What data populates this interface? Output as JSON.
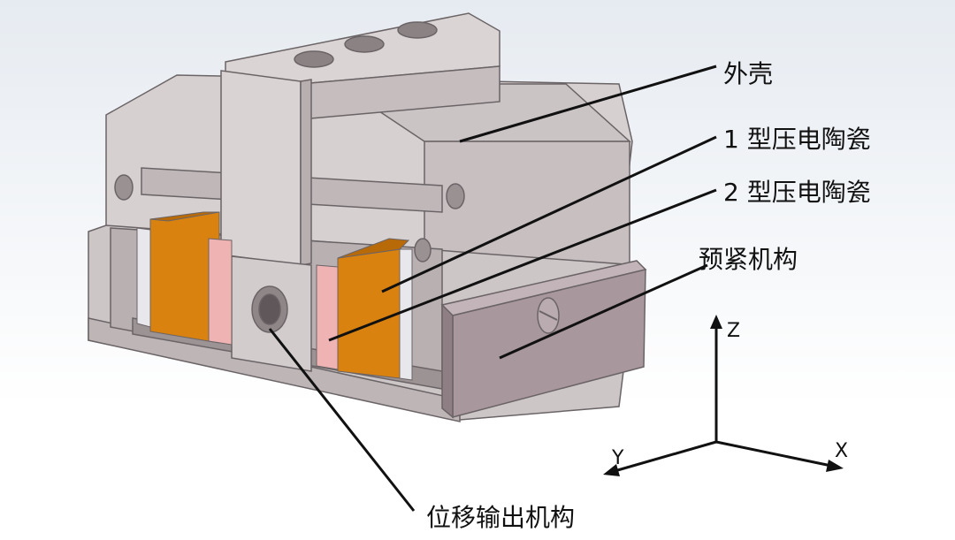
{
  "labels": {
    "housing": "外壳",
    "piezo_type1": "1 型压电陶瓷",
    "piezo_type2": "2 型压电陶瓷",
    "preload": "预紧机构",
    "output": "位移输出机构"
  },
  "axes": {
    "z": "Z",
    "x": "X",
    "y": "Y"
  },
  "colors": {
    "housing": "#d6d0d0",
    "housing_dark": "#b9b1b2",
    "housing_mid": "#c9c1c2",
    "preload": "#a8979c",
    "preload_top": "#c2b4b8",
    "piezo_orange": "#d9820f",
    "piezo_orange_dark": "#b96a08",
    "piezo_pink": "#efb3b3",
    "leader": "#111111",
    "background_top": "#e6ebf1"
  }
}
